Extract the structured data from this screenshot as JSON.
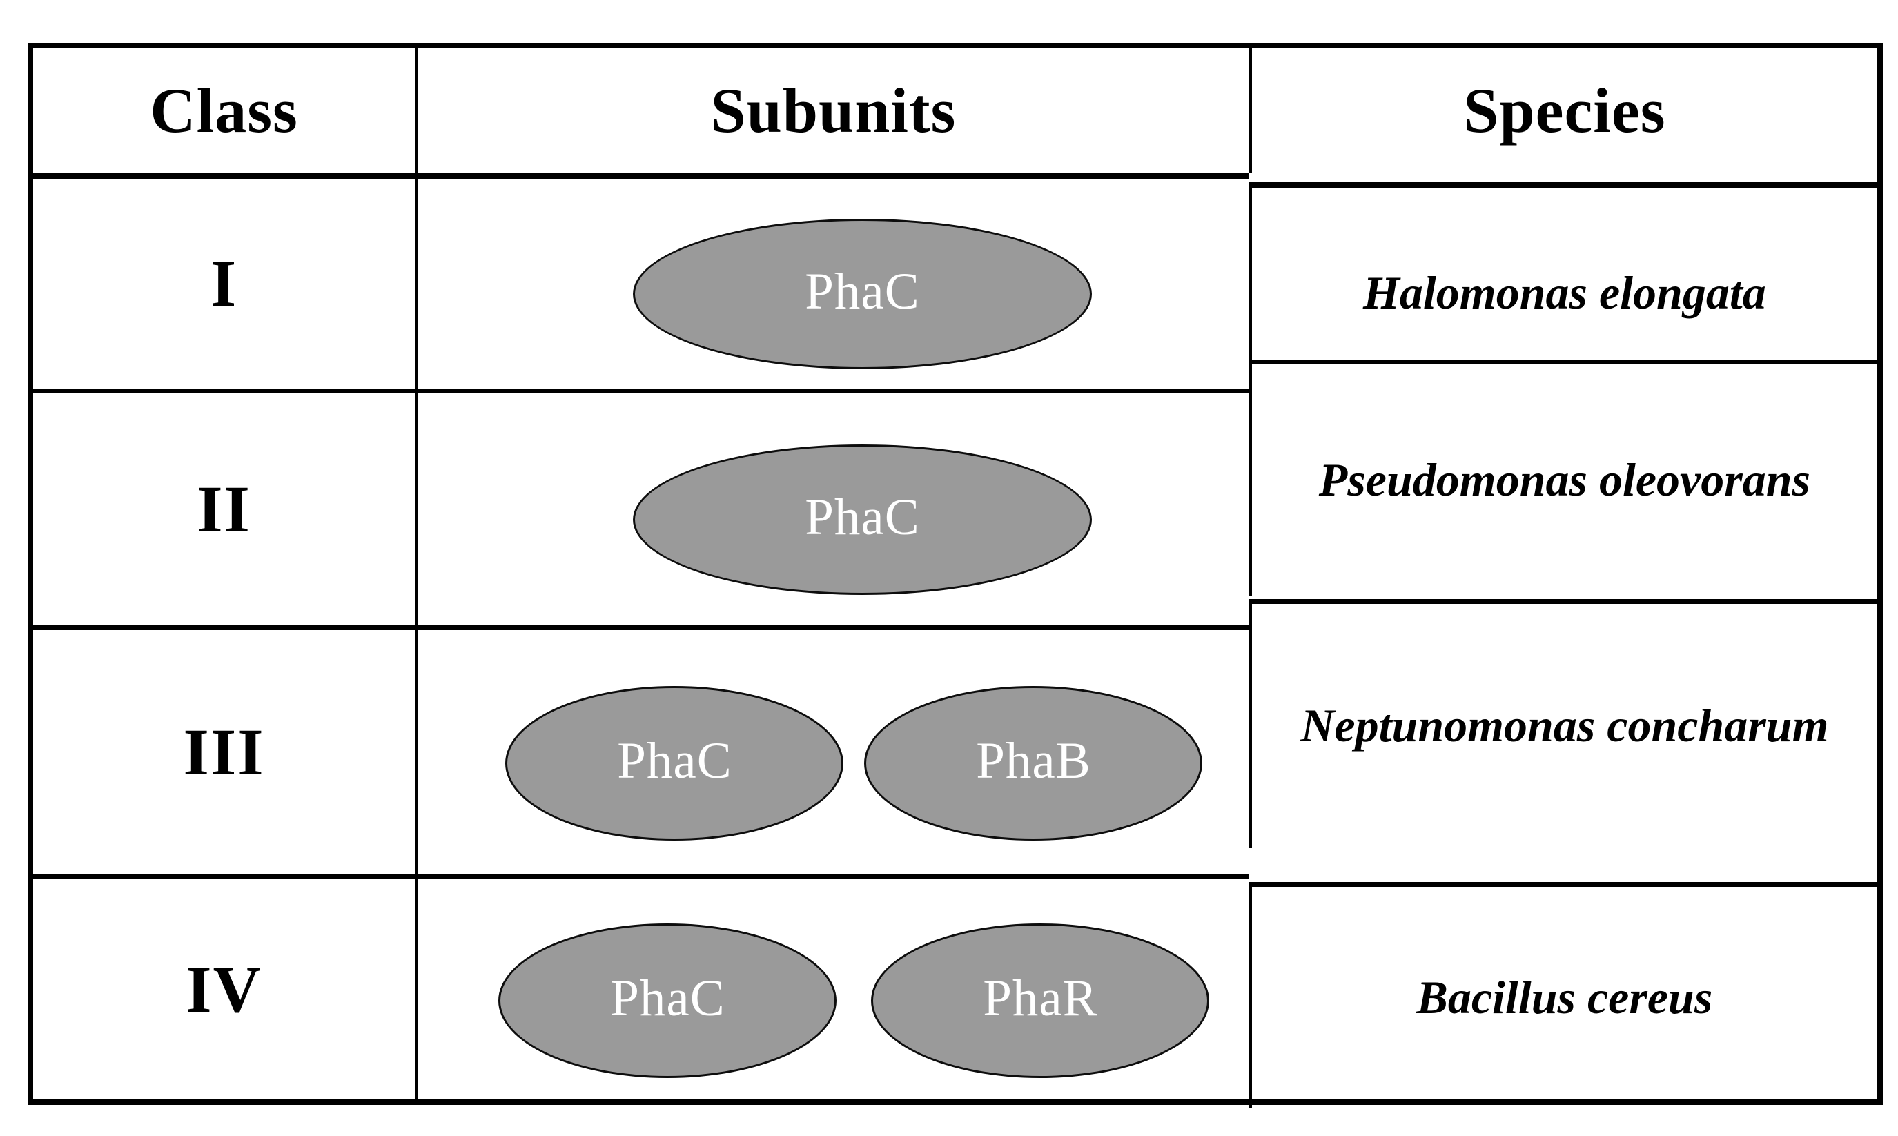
{
  "table": {
    "title_semantic": "PHA synthase classes, subunits and representative species",
    "headers": [
      "Class",
      "Subunits",
      "Species"
    ],
    "rows": [
      {
        "class": "I",
        "subunits": [
          "PhaC"
        ],
        "species": "Halomonas elongata"
      },
      {
        "class": "II",
        "subunits": [
          "PhaC"
        ],
        "species": "Pseudomonas oleovorans"
      },
      {
        "class": "III",
        "subunits": [
          "PhaC",
          "PhaB"
        ],
        "species": "Neptunomonas concharum"
      },
      {
        "class": "IV",
        "subunits": [
          "PhaC",
          "PhaR"
        ],
        "species": "Bacillus cereus"
      }
    ]
  },
  "colors": {
    "background": "#ffffff",
    "grid_border": "#000000",
    "ellipse_fill": "#9a9a9a",
    "ellipse_stroke": "#0d0d0d",
    "subunit_text": "#ffffff",
    "text": "#000000"
  }
}
